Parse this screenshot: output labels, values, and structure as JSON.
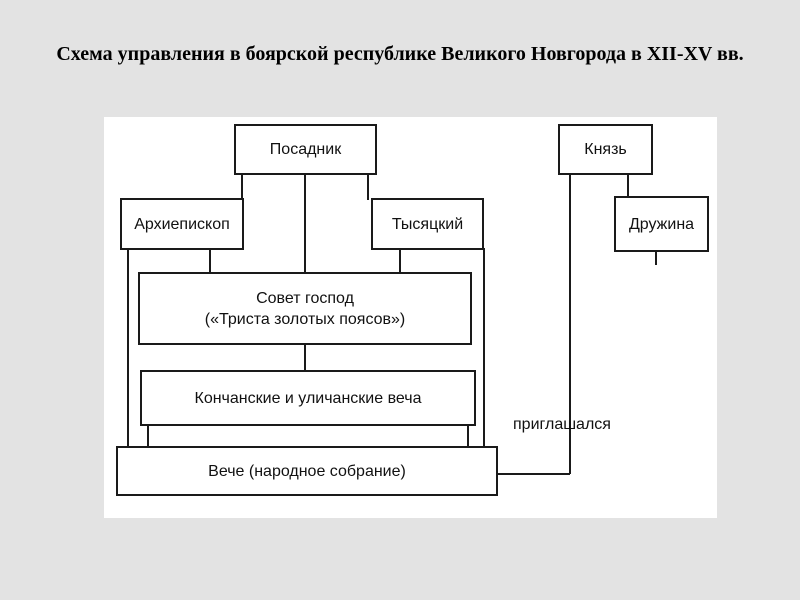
{
  "title": "Схема управления в боярской республике Великого Новгорода в XII-XV вв.",
  "nodes": {
    "posadnik": "Посадник",
    "knyaz": "Князь",
    "arkhiepiskop": "Архиепископ",
    "tysyatsky": "Тысяцкий",
    "druzhina": "Дружина",
    "sovet_line1": "Совет господ",
    "sovet_line2": "(«Триста золотых поясов»)",
    "konchanskie": "Кончанские и уличанские веча",
    "veche": "Вече (народное собрание)"
  },
  "edge_labels": {
    "priglashalsya": "приглашался"
  }
}
